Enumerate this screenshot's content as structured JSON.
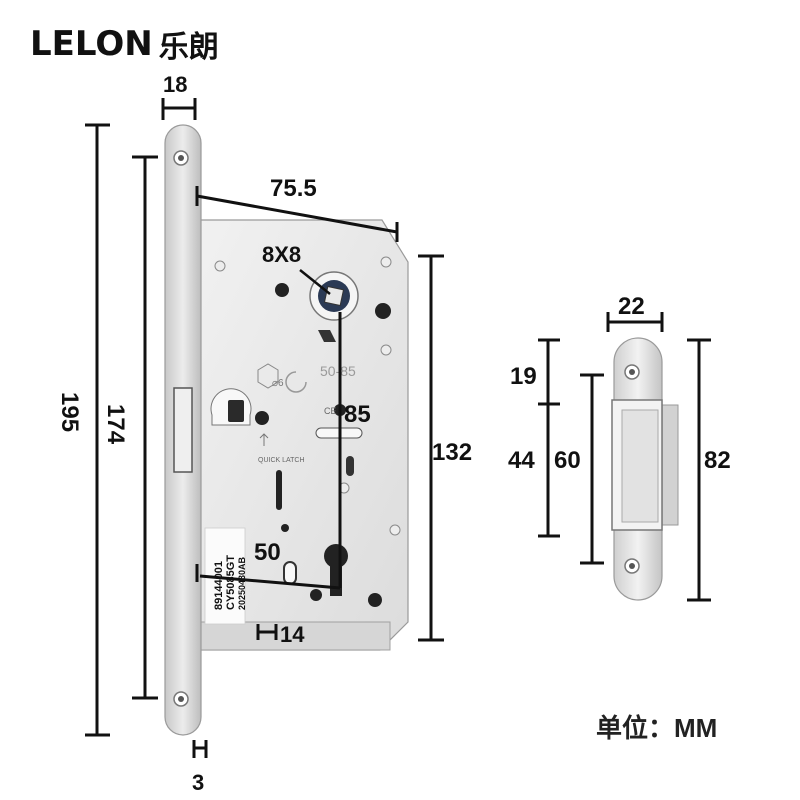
{
  "brand": {
    "name": "LELON",
    "name_cn": "乐朗"
  },
  "unit_label": "单位：MM",
  "dimensions": {
    "faceplate_width": "18",
    "case_depth": "75.5",
    "spindle_square": "8X8",
    "spindle_to_cylinder": "85",
    "backset": "50",
    "case_height": "132",
    "screw_spacing": "174",
    "faceplate_length": "195",
    "case_thickness": "14",
    "faceplate_thickness": "3",
    "strike_width": "22",
    "strike_top_offset": "19",
    "strike_latch_height": "44",
    "strike_hole_spacing": "60",
    "strike_length": "82"
  },
  "case_markings": {
    "distance_range": "50-85",
    "cylinder_size": "⌀6",
    "quick_latch": "QUICK LATCH",
    "ce": "CE",
    "label_lines": [
      "89144001",
      "CY5085GT",
      "20250430AB"
    ]
  }
}
